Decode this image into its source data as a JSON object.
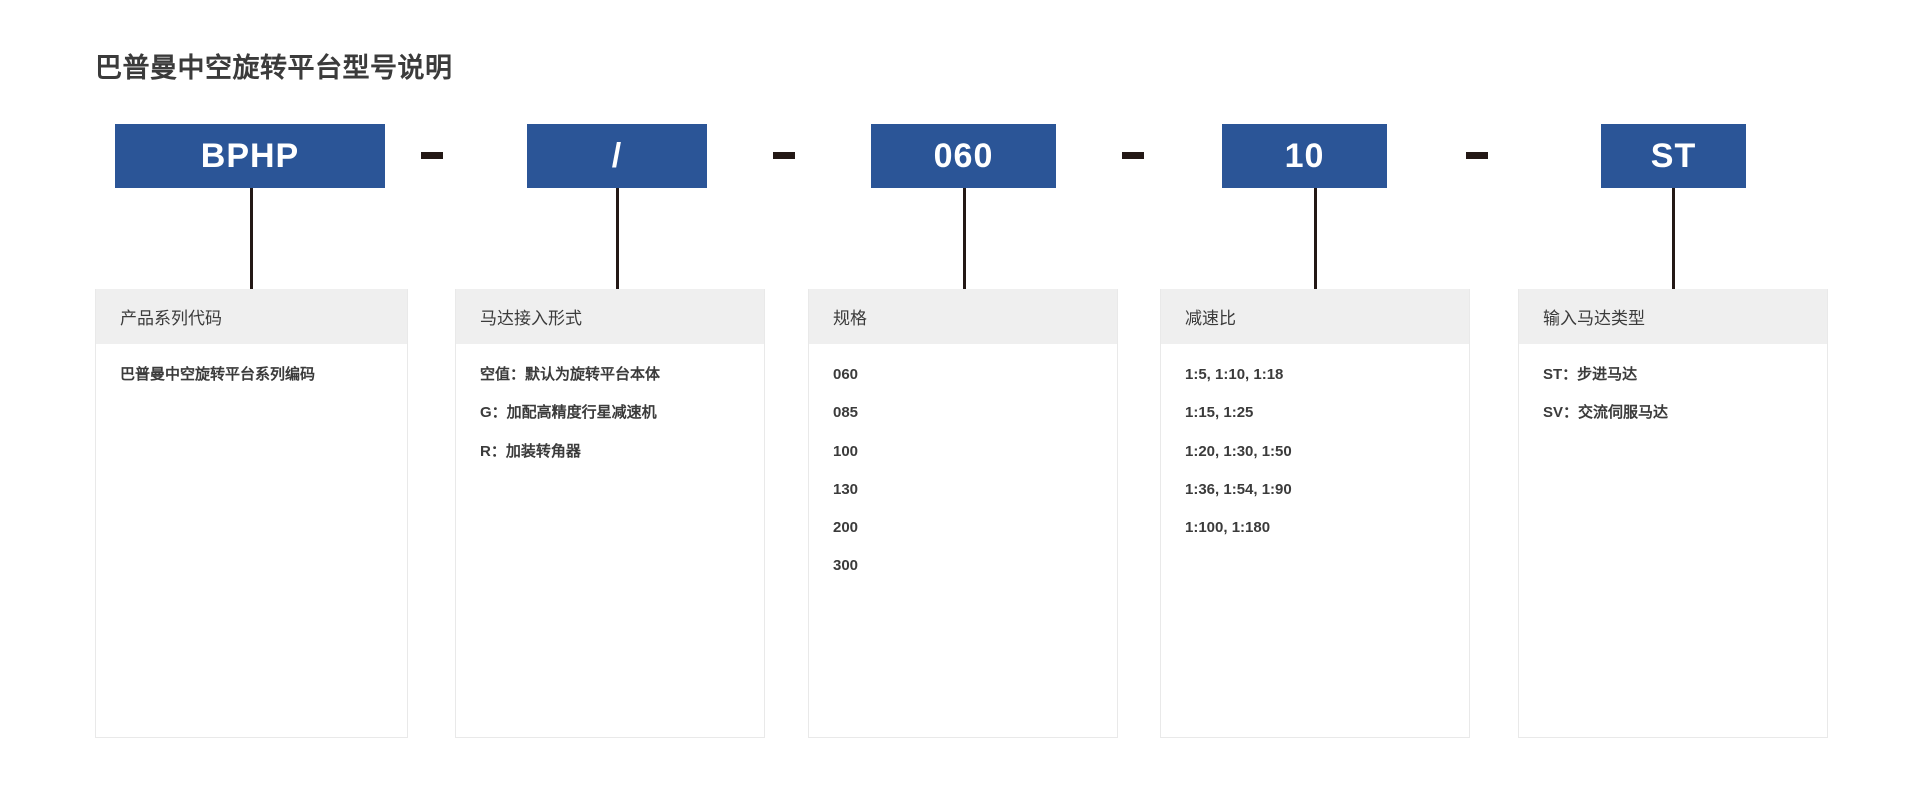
{
  "title": "巴普曼中空旋转平台型号说明",
  "colors": {
    "chip_blue": "#2B5597",
    "header_gray": "#efefef",
    "text_dark": "#3b3b3b",
    "connector": "#231815",
    "panel_border": "#e9e9e9"
  },
  "code": {
    "segments": [
      {
        "value": "BPHP"
      },
      {
        "value": "/"
      },
      {
        "value": "060"
      },
      {
        "value": "10"
      },
      {
        "value": "ST"
      }
    ],
    "separator": "-"
  },
  "columns": [
    {
      "header": "产品系列代码",
      "lines": [
        "巴普曼中空旋转平台系列编码"
      ]
    },
    {
      "header": "马达接入形式",
      "lines": [
        "空值：默认为旋转平台本体",
        "G：加配高精度行星减速机",
        "R：加装转角器"
      ]
    },
    {
      "header": "规格",
      "lines": [
        "060",
        "085",
        "100",
        "130",
        "200",
        "300"
      ]
    },
    {
      "header": "减速比",
      "lines": [
        "1:5, 1:10, 1:18",
        "1:15, 1:25",
        "1:20, 1:30, 1:50",
        "1:36, 1:54, 1:90",
        "1:100, 1:180"
      ]
    },
    {
      "header": "输入马达类型",
      "lines": [
        "ST：步进马达",
        "SV：交流伺服马达"
      ]
    }
  ]
}
